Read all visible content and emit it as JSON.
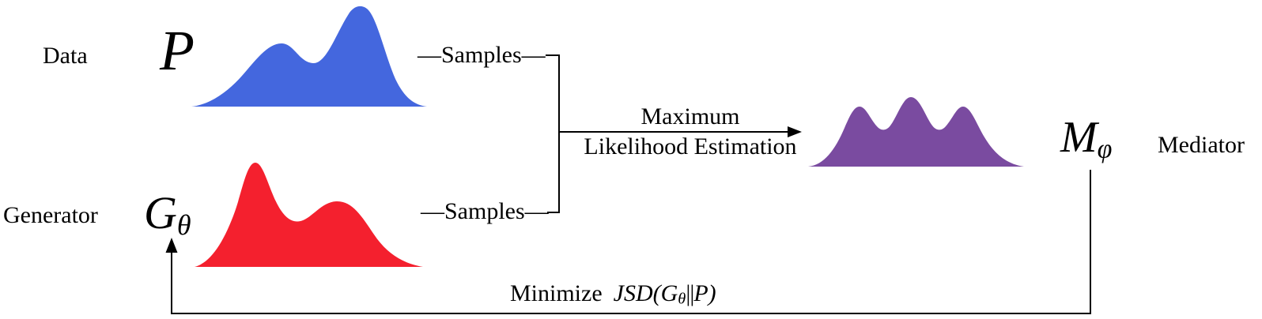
{
  "diagram": {
    "data_label": "Data",
    "data_symbol": "P",
    "generator_label": "Generator",
    "generator_symbol_main": "G",
    "generator_symbol_sub": "θ",
    "mediator_label": "Mediator",
    "mediator_symbol_main": "M",
    "mediator_symbol_sub": "φ",
    "samples_top": "—Samples—",
    "samples_bottom": "—Samples—",
    "mle_label_line1": "Maximum",
    "mle_label_line2": "Likelihood Estimation",
    "feedback_word": "Minimize",
    "feedback_formula": {
      "pre": "JSD(G",
      "sub": "θ",
      "bar": "||",
      "arg2": "P",
      "close": ")"
    },
    "colors": {
      "data_curve": "#4467DE",
      "generator_curve": "#F4202E",
      "mediator_curve": "#7A4BA0",
      "line": "#000000"
    }
  }
}
